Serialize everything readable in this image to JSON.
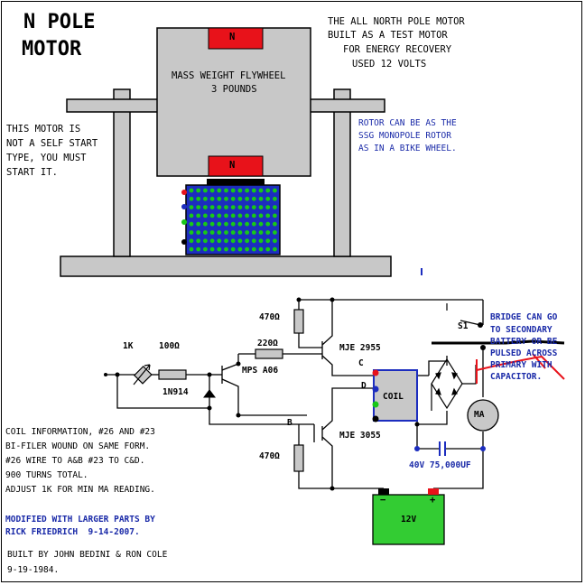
{
  "title_lines": [
    "N POLE",
    "MOTOR"
  ],
  "header_note": [
    "THE ALL NORTH POLE MOTOR",
    "BUILT AS A TEST MOTOR",
    "FOR ENERGY RECOVERY",
    "USED 12 VOLTS"
  ],
  "flywheel": {
    "label_lines": [
      "MASS WEIGHT FLYWHEEL",
      "3 POUNDS"
    ],
    "magnet_top": "N",
    "magnet_bottom": "N"
  },
  "left_note": [
    "THIS MOTOR IS",
    "NOT A SELF START",
    "TYPE, YOU MUST",
    "START IT."
  ],
  "rotor_note": [
    "ROTOR CAN BE AS THE",
    "SSG MONOPOLE ROTOR",
    "AS IN A BIKE WHEEL."
  ],
  "bridge_note": [
    "BRIDGE CAN GO",
    "TO SECONDARY",
    "BATTERY OR BE",
    "PULSED ACROSS",
    "PRIMARY WITH",
    "CAPACITOR."
  ],
  "components": {
    "r_top": "470Ω",
    "r_220": "220Ω",
    "r_100": "100Ω",
    "pot": "1K",
    "diode": "1N914",
    "q_mps": "MPS A06",
    "q_top": "MJE 2955",
    "q_bottom": "MJE 3055",
    "r_bottom": "470Ω",
    "node_c": "C",
    "node_d": "D",
    "node_b": "B",
    "coil": "COIL",
    "switch": "S1",
    "meter": "MA",
    "capacitor": "40V 75,000UF",
    "battery": "12V",
    "batt_neg": "−",
    "batt_pos": "+"
  },
  "coil_info": [
    "COIL INFORMATION, #26 AND #23",
    "BI-FILER WOUND ON SAME FORM.",
    "#26 WIRE TO A&B #23 TO C&D.",
    "900 TURNS TOTAL.",
    "ADJUST 1K FOR MIN MA READING."
  ],
  "modified_note": [
    "MODIFIED WITH LARGER PARTS BY",
    "RICK FRIEDRICH  9-14-2007."
  ],
  "built_note": [
    "BUILT BY JOHN BEDINI & RON COLE",
    "9-19-1984."
  ],
  "colors": {
    "magnet": "#e8121a",
    "frame_gray": "#c8c8c8",
    "rotor_blue": "#1c2dbf",
    "rotor_dot": "#18c818",
    "battery": "#33cc33",
    "note_blue": "#1a2aa8",
    "coil_gray": "#c8c8c8"
  }
}
